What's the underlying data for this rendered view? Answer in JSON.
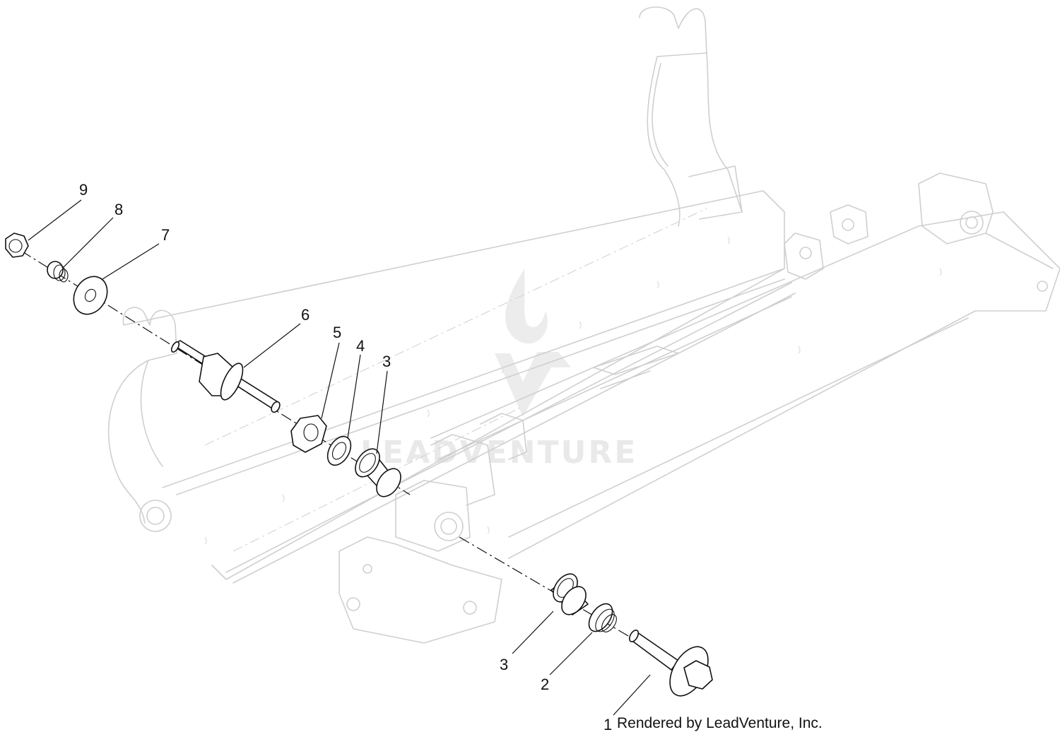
{
  "diagram": {
    "callouts": [
      {
        "id": "c9",
        "label": "9"
      },
      {
        "id": "c8",
        "label": "8"
      },
      {
        "id": "c7",
        "label": "7"
      },
      {
        "id": "c6",
        "label": "6"
      },
      {
        "id": "c5",
        "label": "5"
      },
      {
        "id": "c4",
        "label": "4"
      },
      {
        "id": "c3a",
        "label": "3"
      },
      {
        "id": "c3b",
        "label": "3"
      },
      {
        "id": "c2",
        "label": "2"
      },
      {
        "id": "c1",
        "label": "1"
      }
    ],
    "credit": "Rendered by LeadVenture, Inc.",
    "watermark": "LEADVENTURE"
  }
}
